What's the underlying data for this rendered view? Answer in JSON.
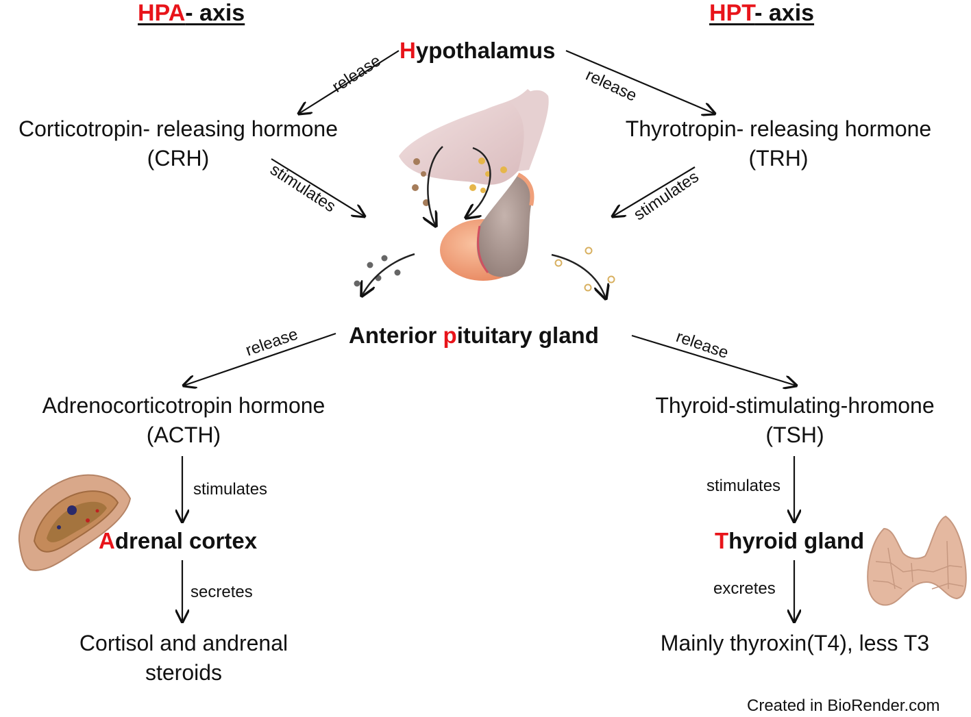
{
  "hpa_title": {
    "initials": "HPA",
    "rest": "- axis"
  },
  "hpt_title": {
    "initials": "HPT",
    "rest": "- axis"
  },
  "hypothalamus": {
    "initial": "H",
    "rest": "ypothalamus"
  },
  "crh": {
    "line1": "Corticotropin- releasing hormone",
    "line2": "(CRH)"
  },
  "trh": {
    "line1": "Thyrotropin- releasing hormone",
    "line2": "(TRH)"
  },
  "pituitary": {
    "before": "Anterior ",
    "initial": "p",
    "after": "ituitary gland"
  },
  "acth": {
    "line1": "Adrenocorticotropin hormone",
    "line2": "(ACTH)"
  },
  "tsh": {
    "line1": "Thyroid-stimulating-hromone",
    "line2": "(TSH)"
  },
  "adrenal": {
    "initial": "A",
    "rest": "drenal cortex"
  },
  "thyroid": {
    "initial": "T",
    "rest": "hyroid gland"
  },
  "cortisol": {
    "line1": "Cortisol and andrenal",
    "line2": "steroids"
  },
  "t4": {
    "line1": "Mainly thyroxin(T4), less T3"
  },
  "arrow_labels": {
    "release_left_top": "release",
    "release_right_top": "release",
    "stimulates_left": "stimulates",
    "stimulates_right": "stimulates",
    "release_left_mid": "release",
    "release_right_mid": "release",
    "stimulates_acth": "stimulates",
    "stimulates_tsh": "stimulates",
    "secretes": "secretes",
    "excretes": "excretes"
  },
  "credit": "Created in BioRender.com",
  "colors": {
    "accent_red": "#e8141a",
    "text": "#111111",
    "pituitary_orange": "#f0a07a",
    "gland_tan": "#d9a88a"
  }
}
